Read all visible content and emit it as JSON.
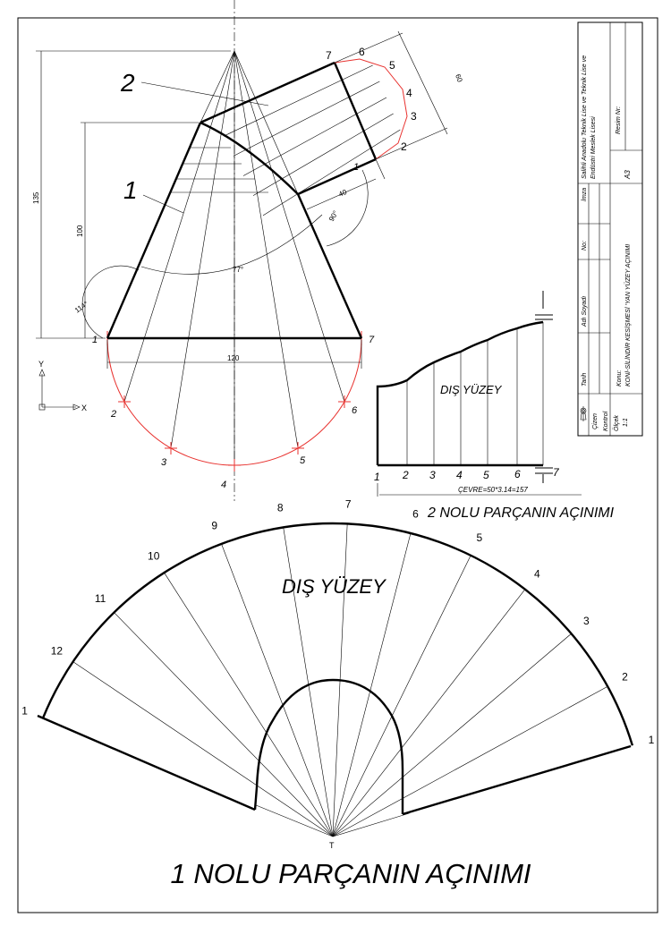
{
  "colors": {
    "line": "#000000",
    "construction": "#e8322f",
    "paper": "#ffffff"
  },
  "title_block": {
    "school": "Salihli Anadolu Teknik Lise ve Teknik Lise ve",
    "school_line2": "Endüstri Meslek Lisesi",
    "drawing_no_label": "Resim Nr:",
    "paper_size": "A3",
    "sign_label": "İmza",
    "no_label": "No:",
    "name_label": "Adı Soyadı",
    "date_label": "Tarih",
    "projection_symbol": "projection-symbol-icon",
    "drawn_label": "Çizen",
    "checked_label": "Kontrol",
    "scale_label": "Ölçek",
    "scale_value": "1:1",
    "subject_label": "Konu:",
    "subject_value": "KONİ-SİLİNDİR KESİŞMESİ 'YAN YÜZEY AÇINIMI"
  },
  "views": {
    "part1_label": "1",
    "part2_label": "2",
    "dims": {
      "height_total": "135",
      "height_cut": "100",
      "base": "120",
      "cyl_dia": "60",
      "cyl_offset": "40",
      "angle_left": "114°",
      "angle_cone": "77°",
      "angle_right": "90°"
    },
    "cyl_points": [
      "1",
      "2",
      "3",
      "4",
      "5",
      "6",
      "7"
    ],
    "base_points": [
      "1",
      "2",
      "3",
      "4",
      "5",
      "6",
      "7"
    ],
    "axis": {
      "x": "X",
      "y": "Y"
    }
  },
  "dev2": {
    "surface_label": "DIŞ YÜZEY",
    "points": [
      "1",
      "2",
      "3",
      "4",
      "5",
      "6",
      "7"
    ],
    "circumference": "ÇEVRE=50*3.14=157",
    "title": "2 NOLU PARÇANIN AÇINIMI"
  },
  "dev1": {
    "surface_label": "DIŞ YÜZEY",
    "points": [
      "1",
      "2",
      "3",
      "4",
      "5",
      "6",
      "7",
      "8",
      "9",
      "10",
      "11",
      "12",
      "1"
    ],
    "apex_label": "T",
    "title": "1 NOLU PARÇANIN AÇINIMI"
  }
}
